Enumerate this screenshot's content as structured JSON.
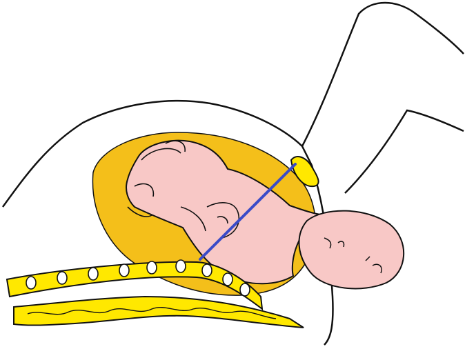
{
  "colors": {
    "outline": "#111111",
    "background": "#ffffff",
    "uterus_fill": "#f4bf1a",
    "bone_fill": "#ffe800",
    "skin_fill": "#f8c8c6",
    "conjugate_line": "#3a4bc8"
  },
  "parts": [
    "maternal-body-outline",
    "maternal-thigh",
    "uterus",
    "fetus",
    "fetal-head",
    "fetal-arm",
    "fetal-legs",
    "pubic-symphysis",
    "lumbar-spine",
    "sacrum-coccyx",
    "pelvic-inlet-line"
  ]
}
